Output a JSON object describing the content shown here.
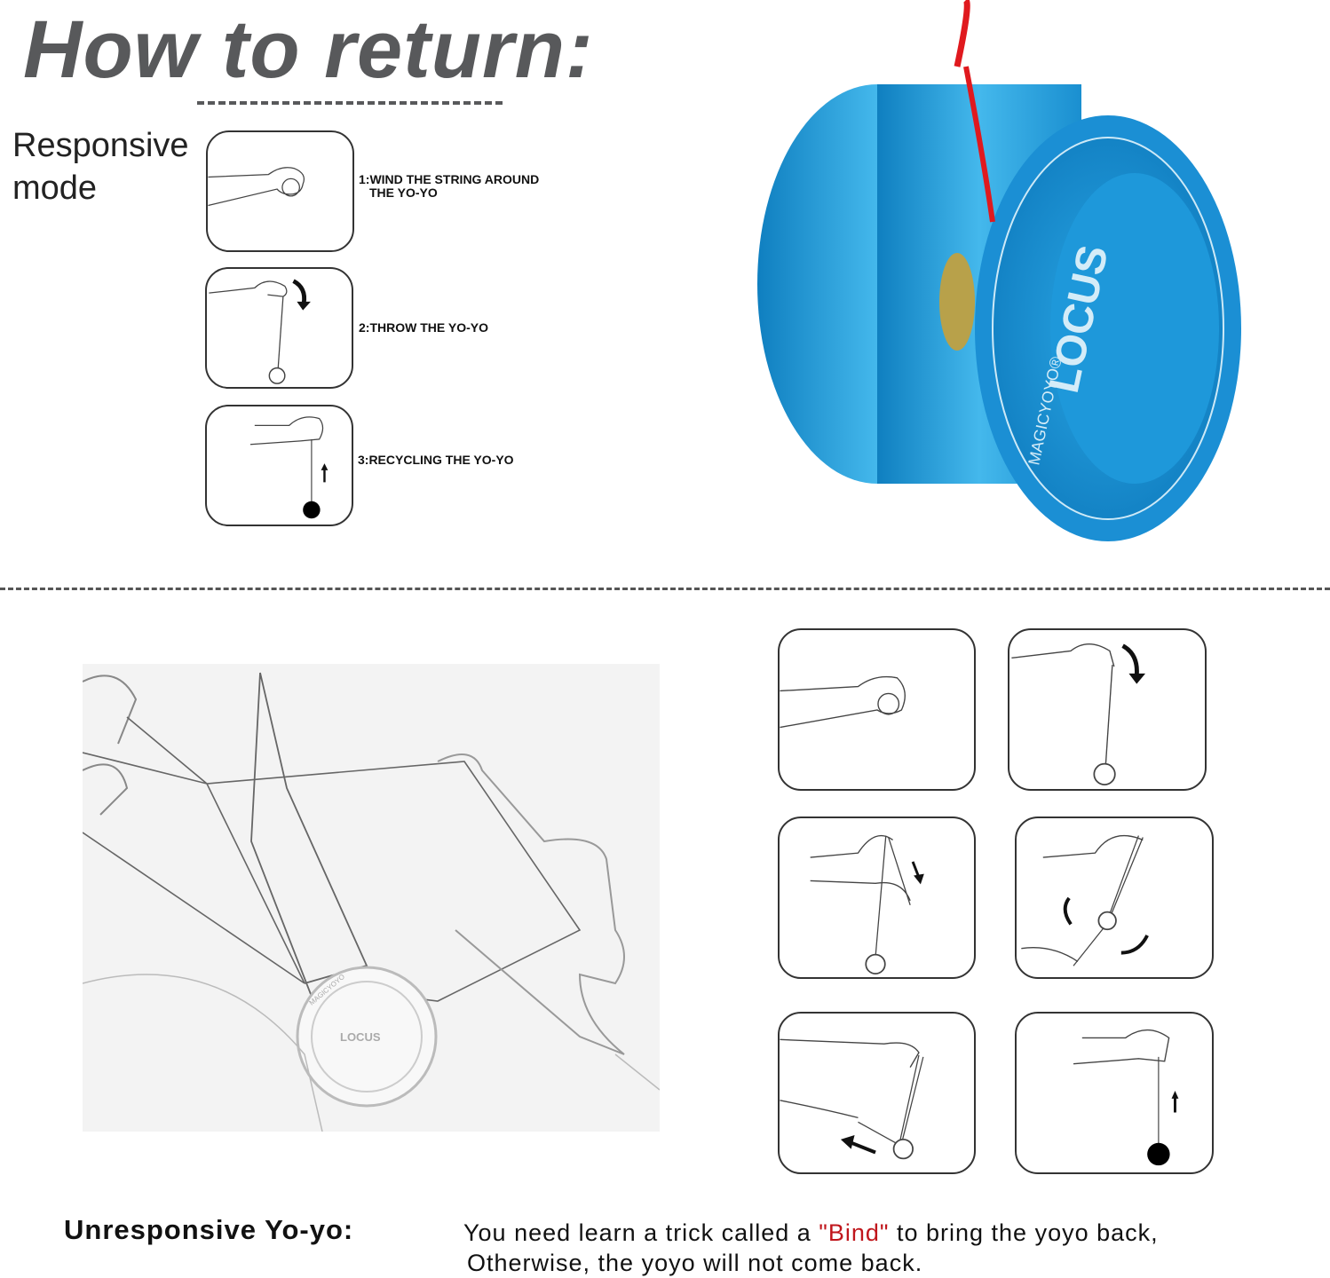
{
  "title": "How to return:",
  "responsive": {
    "heading_line1": "Responsive",
    "heading_line2": "mode",
    "steps": [
      {
        "line1": "1:WIND THE STRING AROUND",
        "line2": "THE YO-YO"
      },
      {
        "line1": "2:THROW THE YO-YO"
      },
      {
        "line1": "3:RECYCLING THE YO-YO"
      }
    ]
  },
  "product": {
    "logo_brand": "MAGICYOYO®",
    "logo_model": "LOCUS",
    "body_color": "#1ea0dc",
    "string_color": "#e0191e"
  },
  "sketch": {
    "logo_brand": "MAGICYOYO",
    "logo_model": "LOCUS"
  },
  "unresponsive": {
    "heading": "Unresponsive Yo-yo:",
    "text_before": "You need learn a trick called a ",
    "highlight": "\"Bind\"",
    "text_after": " to bring the yoyo back,",
    "line2": "Otherwise, the yoyo will not come back.",
    "highlight_color": "#c0161c"
  }
}
